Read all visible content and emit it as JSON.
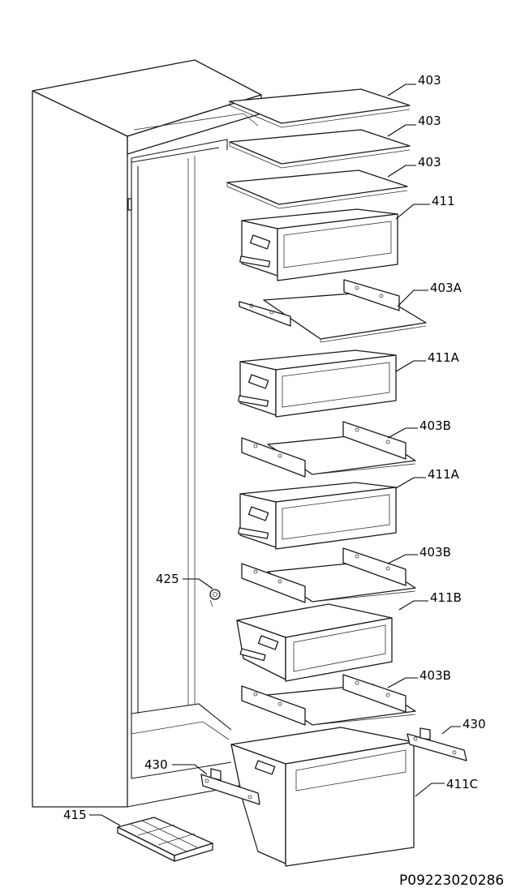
{
  "callouts": {
    "c403_1": "403",
    "c403_2": "403",
    "c403_3": "403",
    "c411": "411",
    "c403A": "403A",
    "c411A_1": "411A",
    "c403B_1": "403B",
    "c411A_2": "411A",
    "c403B_2": "403B",
    "c411B": "411B",
    "c403B_3": "403B",
    "c425": "425",
    "c430_right": "430",
    "c430_left": "430",
    "c411C": "411C",
    "c415": "415"
  },
  "document_number": "P09223020286",
  "colors": {
    "line": "#1a1a1a",
    "background": "#ffffff"
  }
}
